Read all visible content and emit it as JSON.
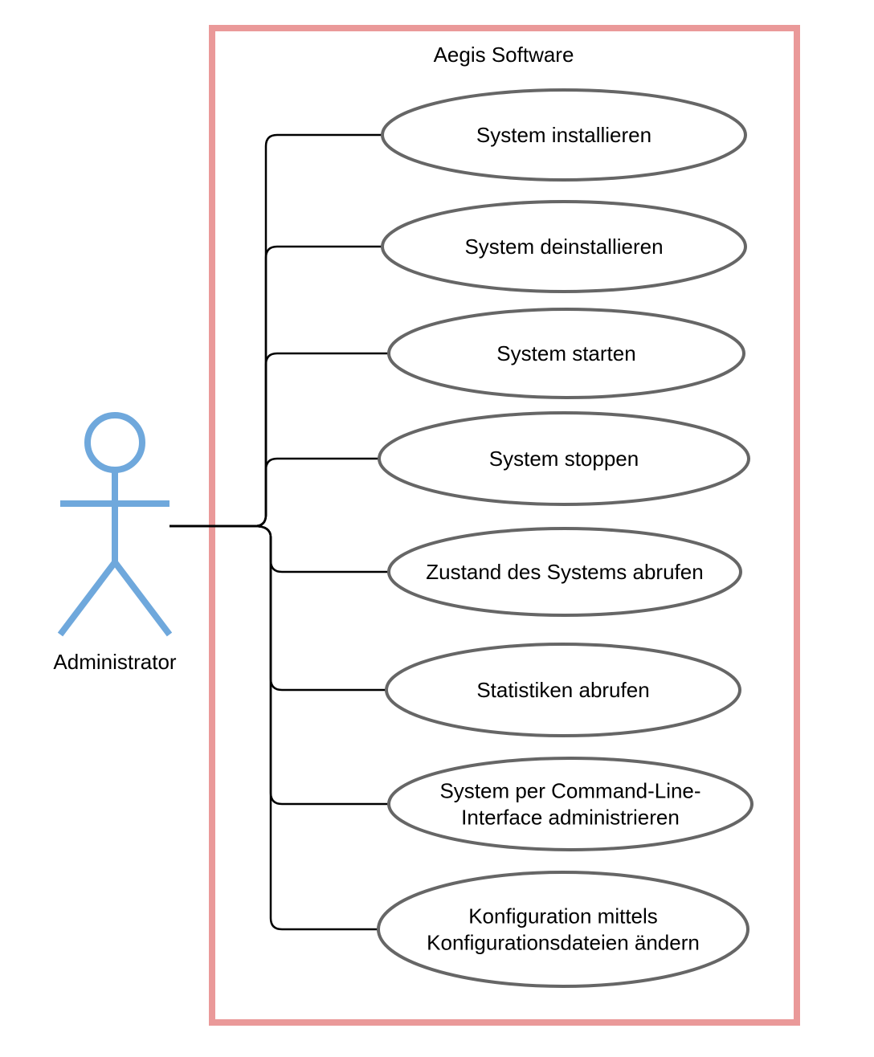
{
  "diagram": {
    "type": "uml-use-case",
    "system": {
      "title": "Aegis Software",
      "border_color": "#EA9999"
    },
    "actor": {
      "name": "Administrator",
      "color": "#6FA8DC"
    },
    "use_cases": [
      {
        "id": "uc1",
        "lines": [
          "System installieren"
        ]
      },
      {
        "id": "uc2",
        "lines": [
          "System deinstallieren"
        ]
      },
      {
        "id": "uc3",
        "lines": [
          "System starten"
        ]
      },
      {
        "id": "uc4",
        "lines": [
          "System stoppen"
        ]
      },
      {
        "id": "uc5",
        "lines": [
          "Zustand des Systems abrufen"
        ]
      },
      {
        "id": "uc6",
        "lines": [
          "Statistiken abrufen"
        ]
      },
      {
        "id": "uc7",
        "lines": [
          "System per Command-Line-",
          "Interface administrieren"
        ]
      },
      {
        "id": "uc8",
        "lines": [
          "Konfiguration mittels",
          "Konfigurationsdateien ändern"
        ]
      }
    ],
    "ellipse_stroke": "#666666",
    "connector_color": "#000000"
  }
}
